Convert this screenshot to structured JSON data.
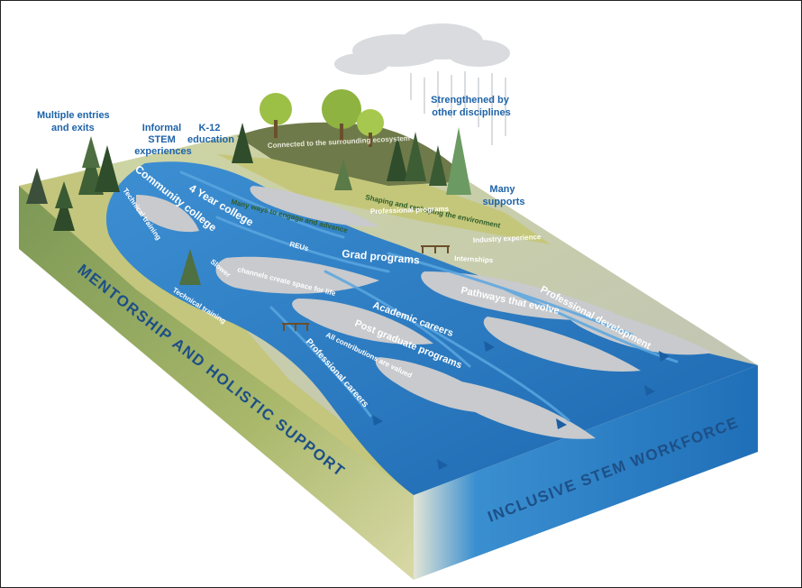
{
  "labels": {
    "multiple_entries": [
      "Multiple entries",
      "and exits"
    ],
    "informal_stem": [
      "Informal",
      "STEM",
      "experiences"
    ],
    "k12": [
      "K-12",
      "education"
    ],
    "strengthened": [
      "Strengthened by",
      "other disciplines"
    ],
    "many_supports": [
      "Many",
      "supports"
    ],
    "connected": "Connected to the surrounding ecosystem",
    "shaping": "Shaping and reshaping the environment",
    "professional_programs": "Professional programs",
    "many_ways": "Many ways to engage and advance",
    "community_college": "Community college",
    "tech_small": "Technical training",
    "four_year": "4 Year college",
    "reus": "REUs",
    "grad_programs": "Grad programs",
    "industry_experience": "Industry experience",
    "internships": "Internships",
    "pathways": "Pathways that evolve",
    "professional_development": "Professional development",
    "slower": "Slower",
    "slower_channels": "channels create space for life",
    "technical_training": "Technical training",
    "academic_careers": "Academic careers",
    "post_graduate": "Post graduate programs",
    "all_contributions": "All contributions are valued",
    "professional_careers": "Professional careers",
    "mentorship": "MENTORSHIP AND HOLISTIC SUPPORT",
    "workforce": "INCLUSIVE STEM WORKFORCE"
  },
  "colors": {
    "river": "#2b7fc4",
    "river_dark": "#1a5fa3",
    "gravel": "#c9cbcf",
    "grass": "#c6c77e",
    "soil_side": "#7f9a57",
    "front_face": "#2f8ad0",
    "label_blue": "#1e63a8"
  },
  "icons": [
    "tree-icon",
    "cloud-icon",
    "rain-icon",
    "bridge-icon",
    "flow-arrow-icon"
  ]
}
